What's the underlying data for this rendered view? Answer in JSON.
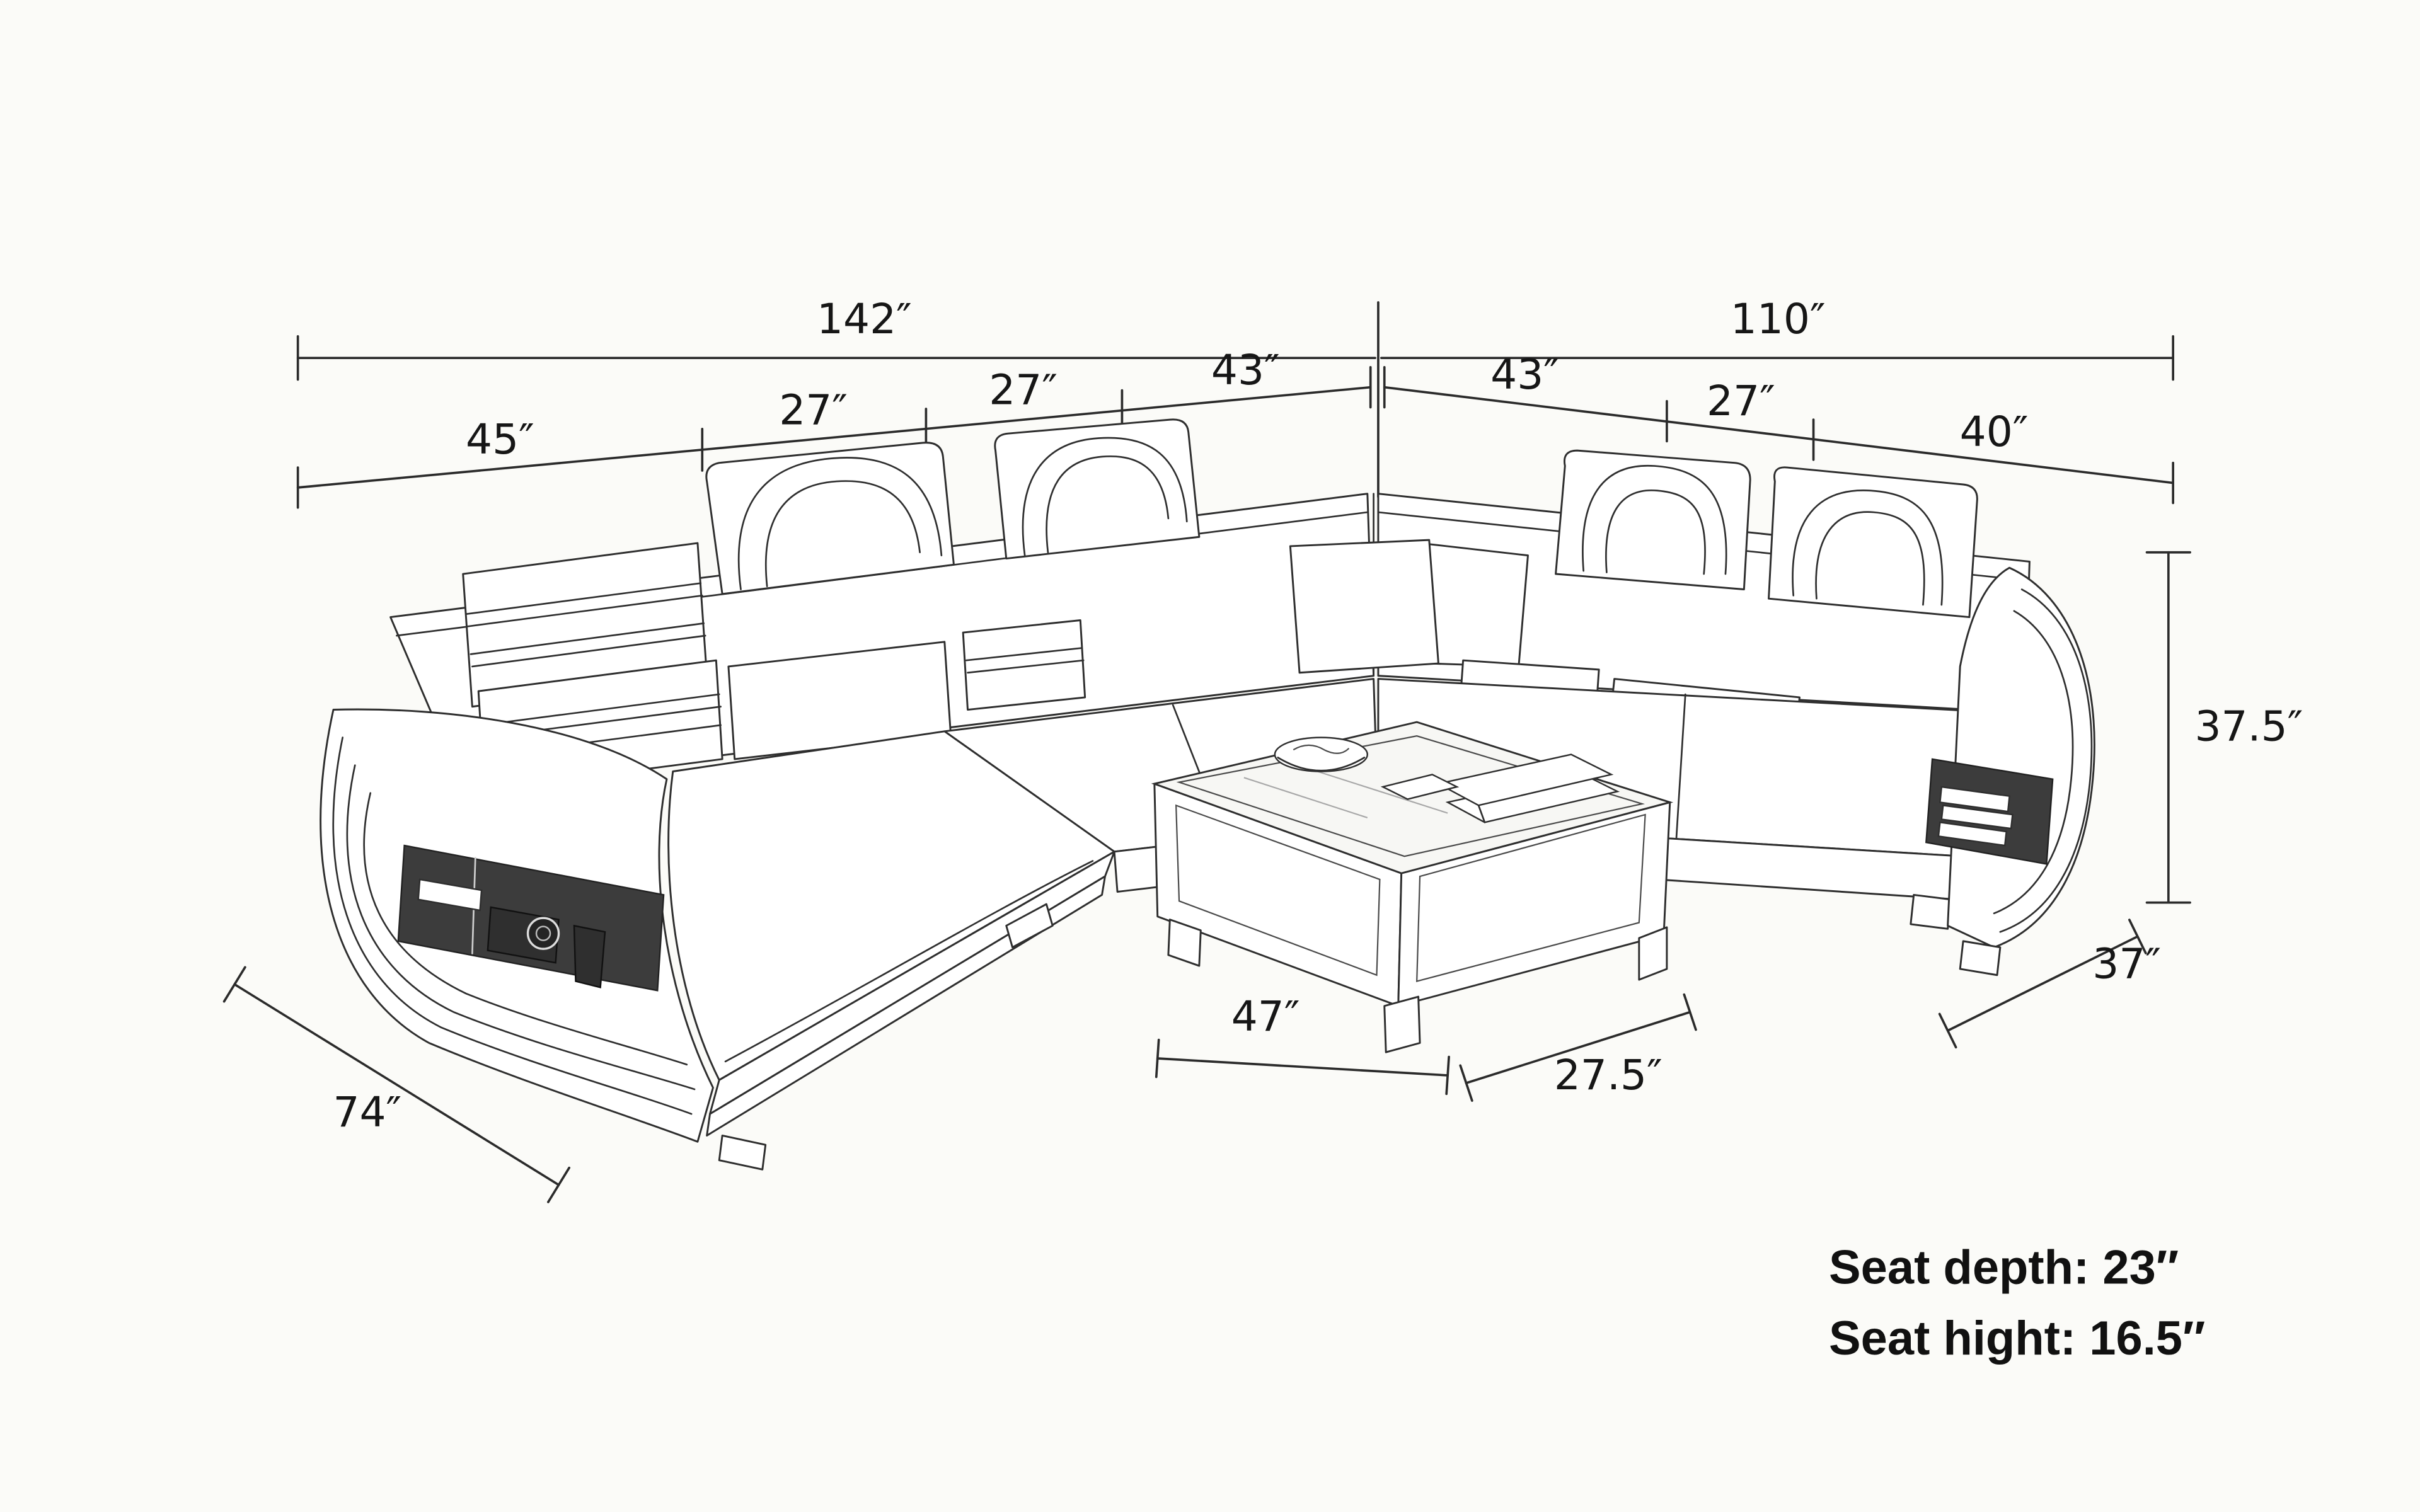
{
  "colors": {
    "background": "#fbfbf8",
    "line": "#2b2b2b",
    "text": "#161616",
    "shelf_dark": "#3c3c3c"
  },
  "dimensions": {
    "left_total": "142″",
    "right_total": "110″",
    "left_segments": [
      "45″",
      "27″",
      "27″",
      "43″"
    ],
    "right_segments": [
      "43″",
      "27″",
      "40″"
    ],
    "back_height": "37.5″",
    "right_arm_depth": "37″",
    "chaise_length": "74″",
    "table_length": "47″",
    "table_depth": "27.5″"
  },
  "notes": {
    "seat_depth": "Seat depth: 23″",
    "seat_height": "Seat hight: 16.5″"
  }
}
